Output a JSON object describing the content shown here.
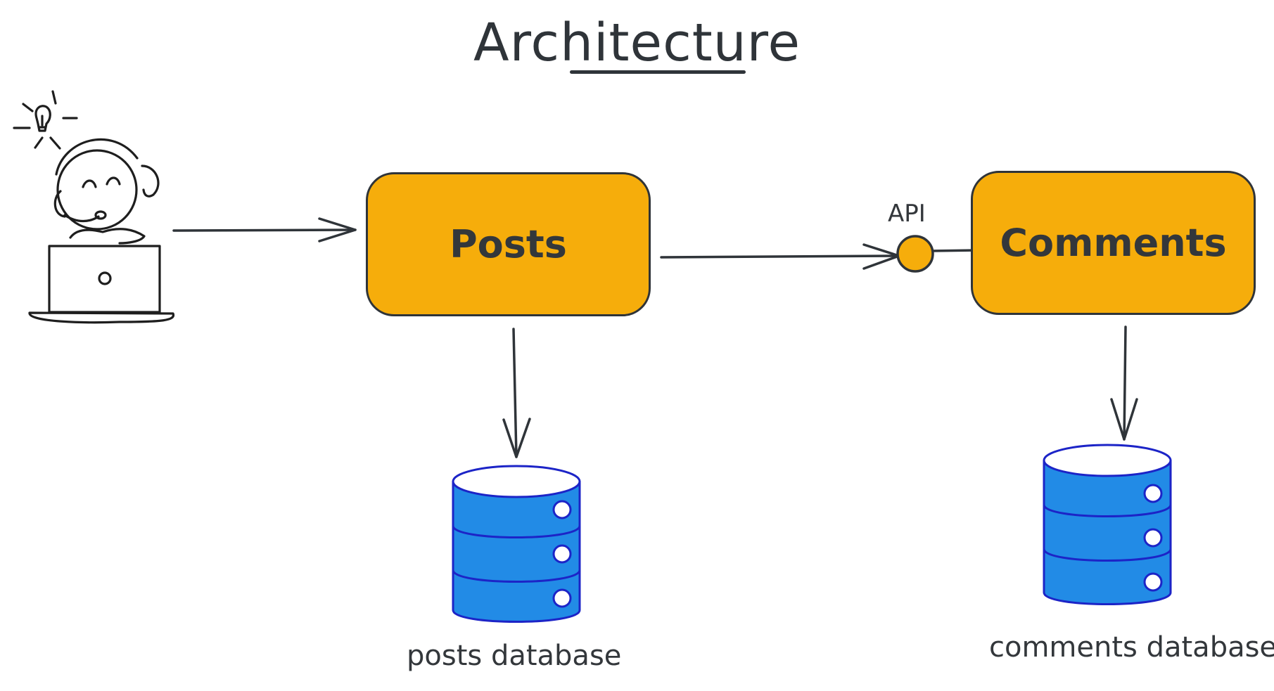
{
  "title": "Architecture",
  "nodes": {
    "posts": {
      "label": "Posts"
    },
    "comments": {
      "label": "Comments"
    },
    "api": {
      "label": "API"
    },
    "posts_db": {
      "label": "posts database"
    },
    "comments_db": {
      "label": "comments database"
    }
  },
  "icons": {
    "user": "user-with-laptop-icon",
    "idea": "lightbulb-icon",
    "database": "database-icon"
  },
  "colors": {
    "service_fill": "#f6ad0b",
    "database_fill": "#228be6",
    "database_stroke": "#1c24c7",
    "stroke": "#2f3439"
  }
}
